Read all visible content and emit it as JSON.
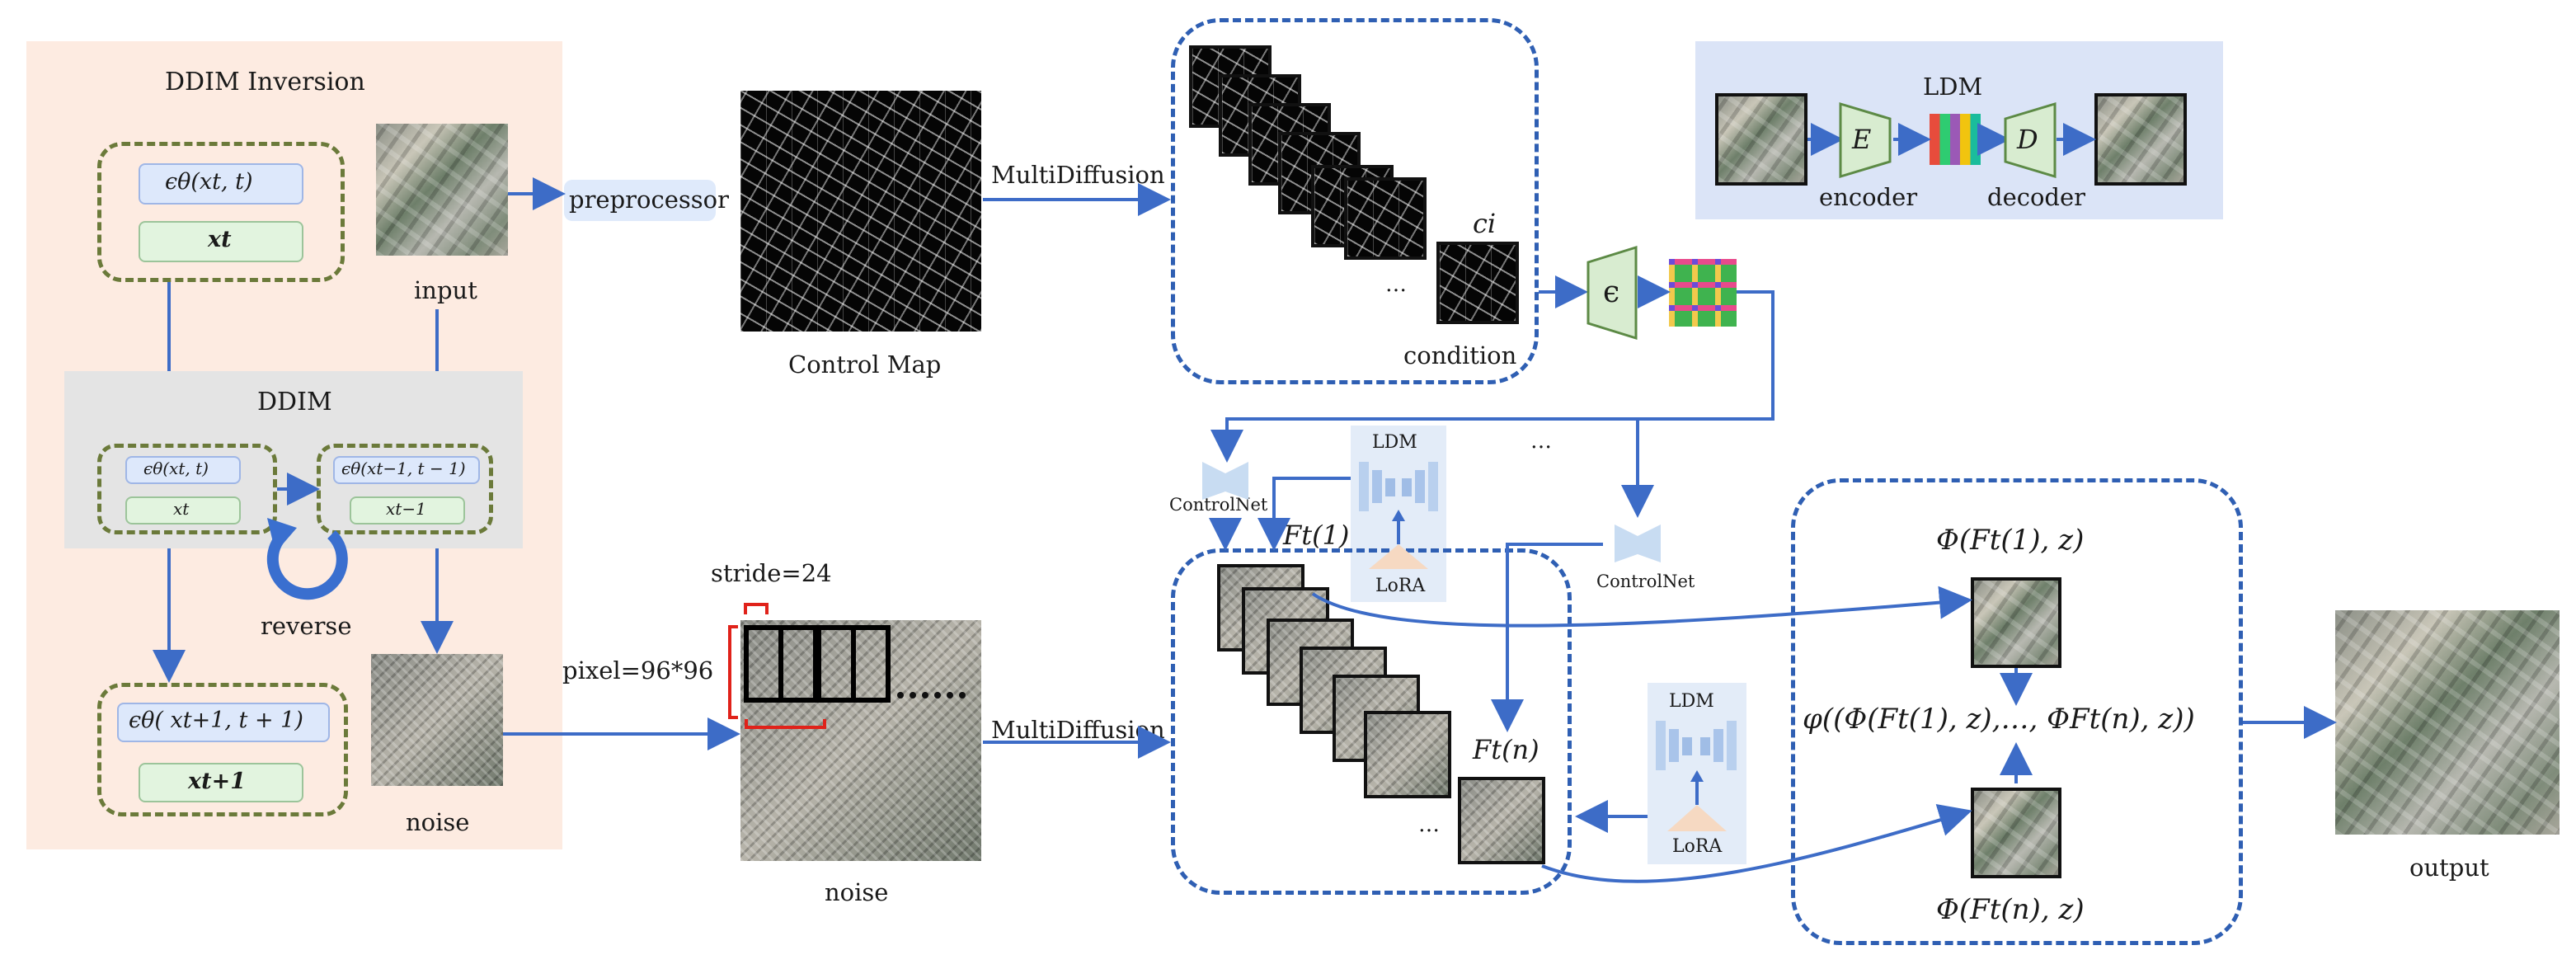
{
  "ddim_inversion": {
    "title": "DDIM Inversion",
    "eps_top": "ϵθ(xt, t)",
    "x_top": "xt",
    "input_label": "input",
    "ddim_title": "DDIM",
    "ddim_eps_left": "ϵθ(xt, t)",
    "ddim_x_left": "xt",
    "ddim_eps_right": "ϵθ(xt−1, t − 1)",
    "ddim_x_right": "xt−1",
    "reverse_label": "reverse",
    "eps_bottom": "ϵθ( xt+1, t + 1)",
    "x_bottom": "xt+1",
    "noise_label": "noise"
  },
  "preprocessor": "preprocessor",
  "control_map_label": "Control Map",
  "multidiffusion_top": "MultiDiffusion",
  "multidiffusion_bottom": "MultiDiffusion",
  "condition": {
    "ci": "ci",
    "ellipsis": "…",
    "label": "condition"
  },
  "epsilon_symbol": "ϵ",
  "ldm_box": {
    "title": "LDM",
    "encoder_symbol": "E",
    "decoder_symbol": "D",
    "encoder_label": "encoder",
    "decoder_label": "decoder"
  },
  "stride_label": "stride=24",
  "pixel_label": "pixel=96*96",
  "noise_bottom_label": "noise",
  "controlnet_left": "ControlNet",
  "controlnet_right": "ControlNet",
  "ldm_upper": {
    "title": "LDM",
    "lora": "LoRA"
  },
  "ldm_lower": {
    "title": "LDM",
    "lora": "LoRA"
  },
  "mid_ellipsis": "…",
  "features": {
    "ft1": "Ft(1)",
    "ftn": "Ft(n)",
    "ellipsis": "…"
  },
  "fusion": {
    "phi1": "Φ(Ft(1), z)",
    "phin": "Φ(Ft(n), z)",
    "formula": "φ((Φ(Ft(1), z),…, ΦFt(n), z))"
  },
  "output_label": "output",
  "colors": {
    "arrow": "#3d6cc7",
    "dash_blue": "#2f5fb3",
    "dash_green": "#6b7a3a",
    "left_panel": "#fdebe1",
    "ddim_panel": "#e4e4e4",
    "ldm_panel": "#dbe4f7"
  }
}
